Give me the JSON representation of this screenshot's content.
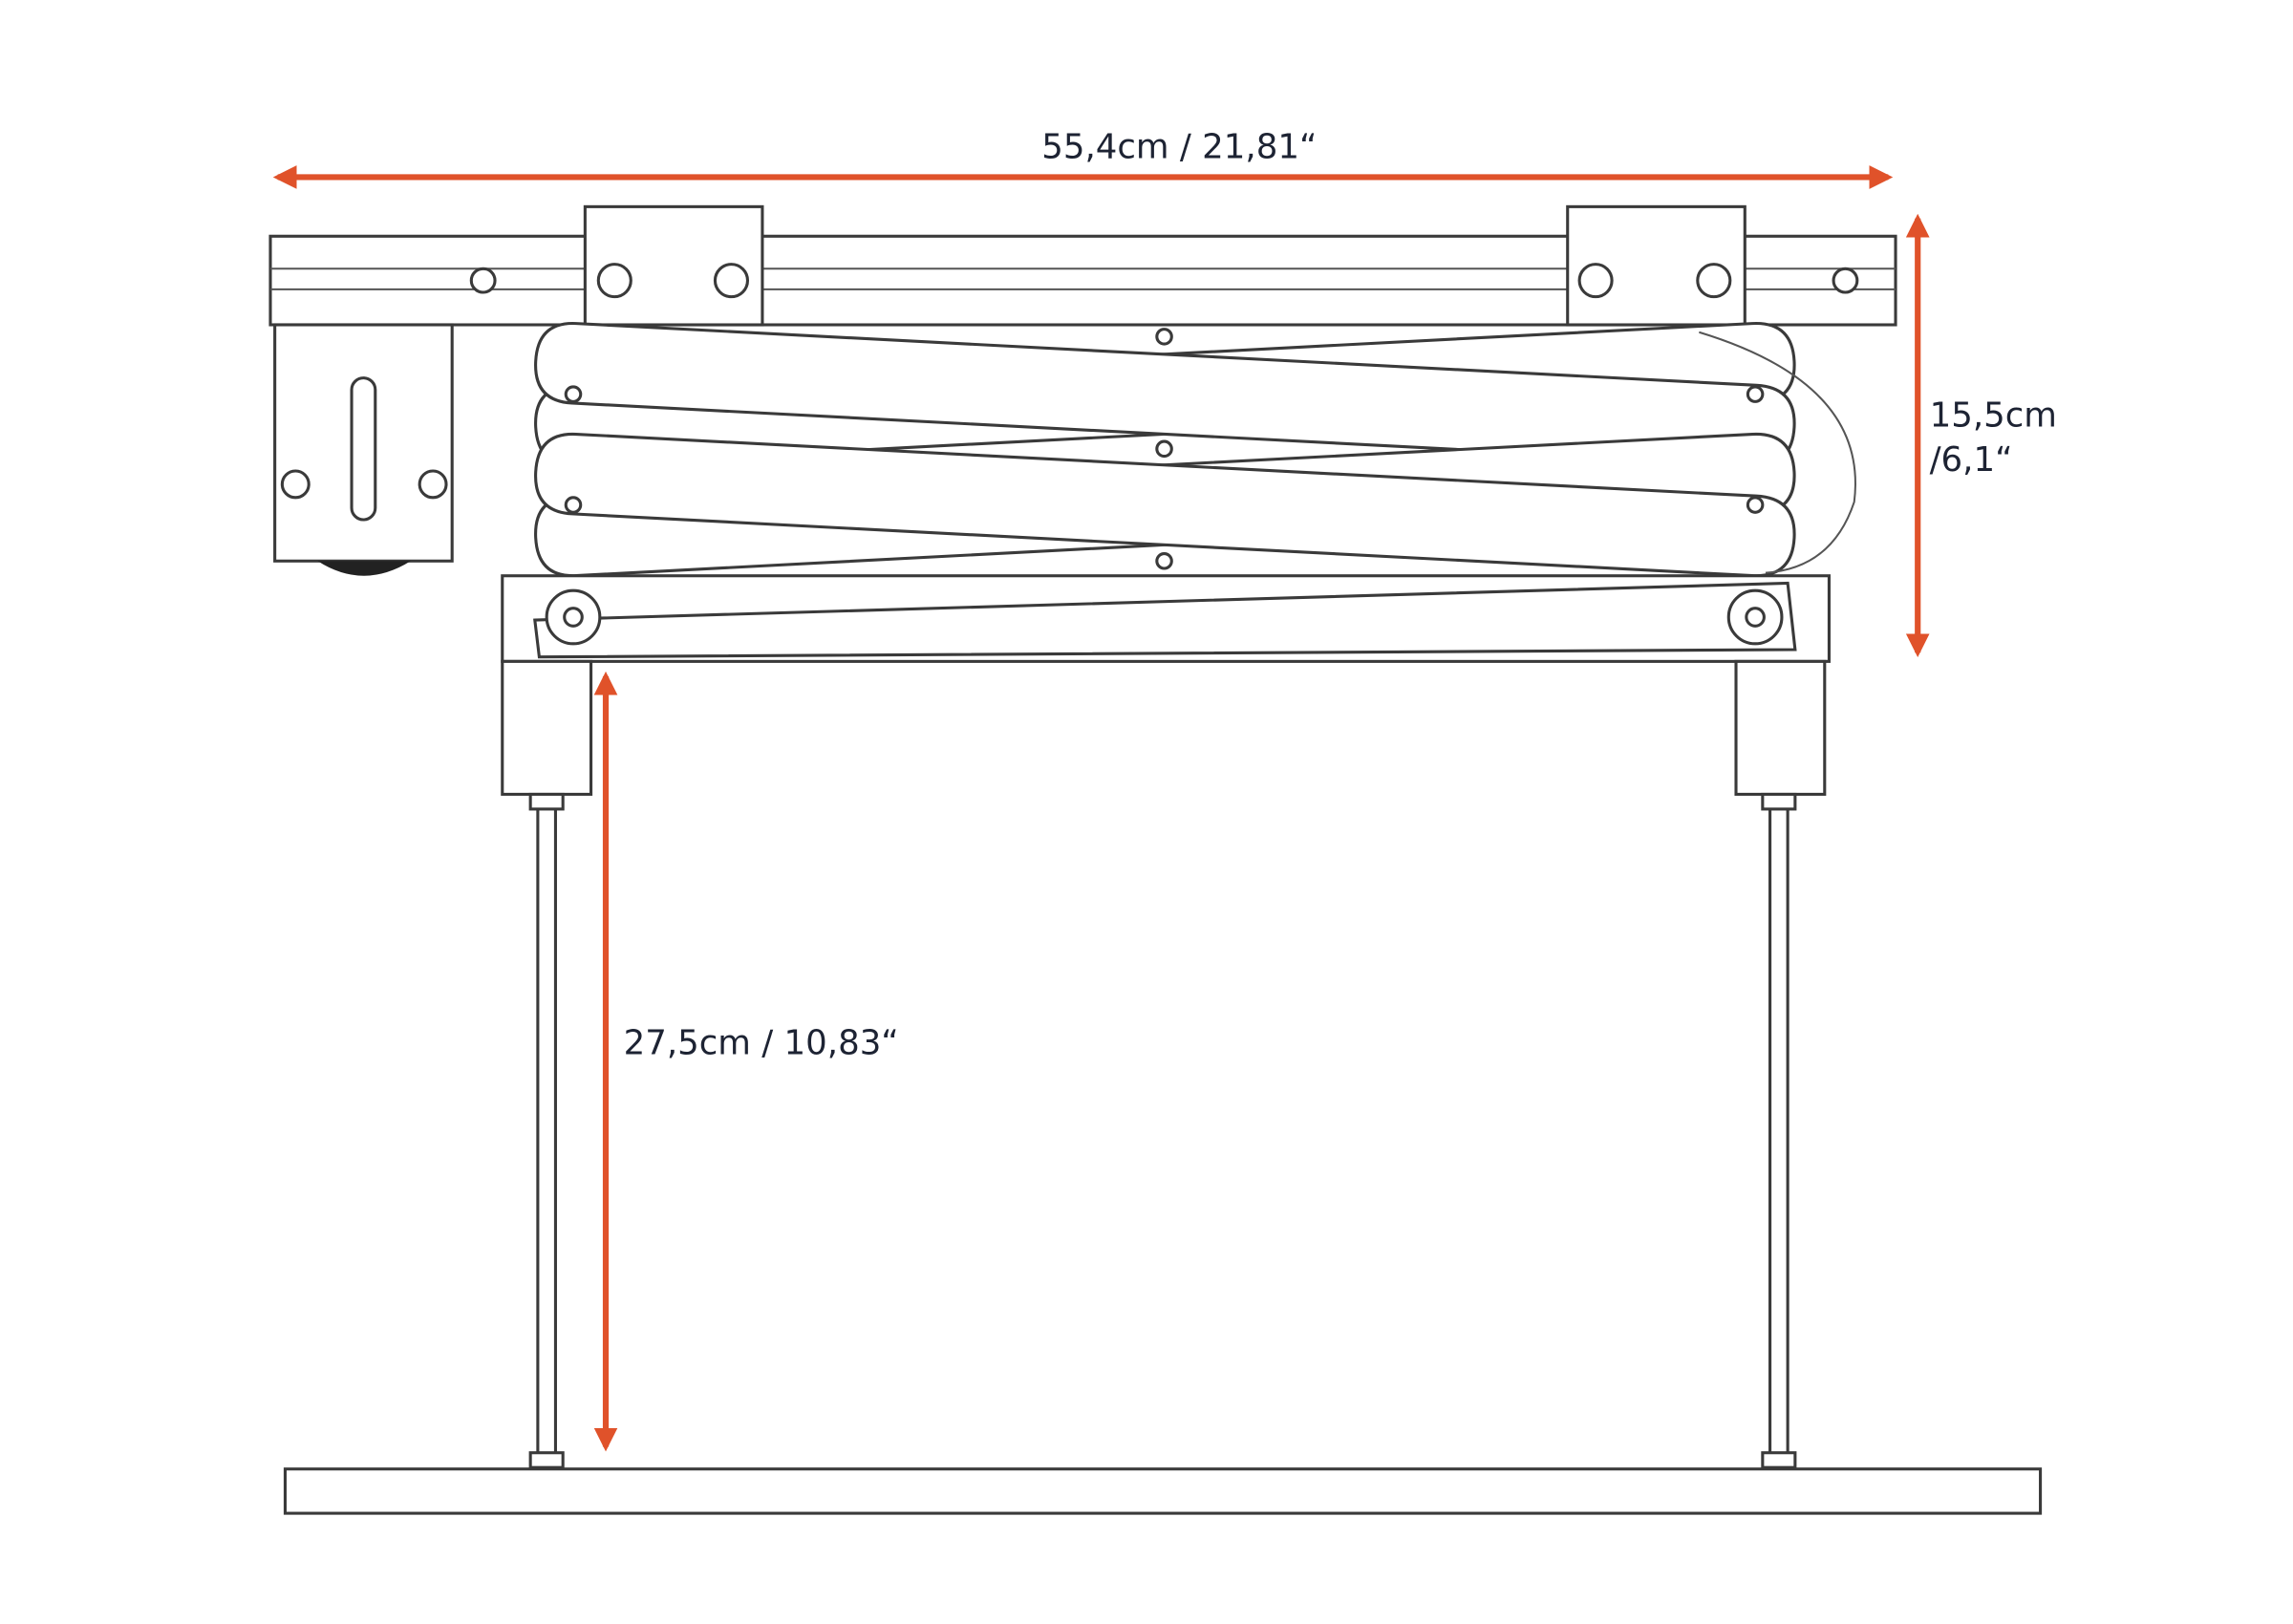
{
  "dimensions": {
    "width_label": "55,4cm / 21,81“",
    "height_label_line1": "15,5cm",
    "height_label_line2": "/6,1“",
    "drop_label": "27,5cm / 10,83“"
  },
  "colors": {
    "dimension_arrow": "#e0522a",
    "line_art": "#3a3a3a"
  }
}
